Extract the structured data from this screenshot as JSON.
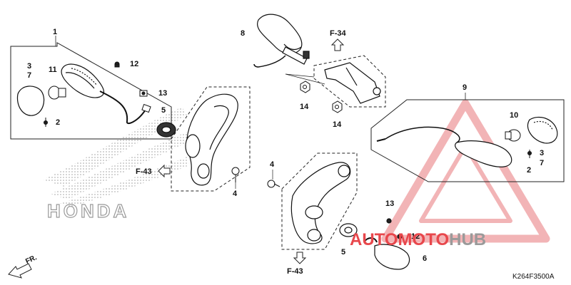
{
  "diagram": {
    "callouts": [
      "1",
      "3",
      "7",
      "11",
      "12",
      "13",
      "2",
      "5",
      "4",
      "8",
      "14",
      "14",
      "9",
      "10",
      "3",
      "7",
      "2",
      "4",
      "13",
      "12",
      "5",
      "6"
    ],
    "section_refs": [
      "F-34",
      "F-43",
      "F-43"
    ],
    "direction_label": "FR.",
    "part_code": "K264F3500A"
  },
  "brand": {
    "text": "HONDA"
  },
  "watermark": {
    "part1": "AUTOMOTO",
    "part2": "HUB",
    "color_red": "#e8474c",
    "color_gray": "#9a9a9a"
  }
}
